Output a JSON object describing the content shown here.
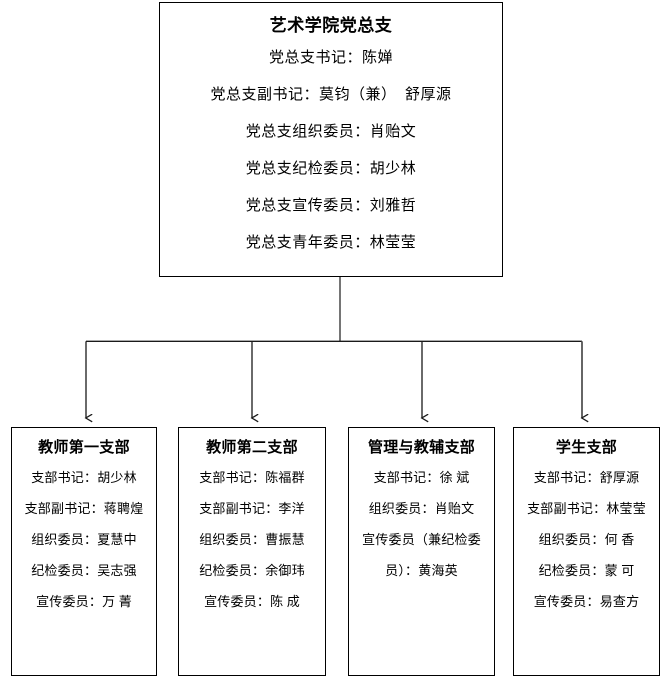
{
  "diagram": {
    "type": "organization-chart",
    "background_color": "#ffffff",
    "line_color": "#000000",
    "text_color": "#000000",
    "root": {
      "title": "艺术学院党总支",
      "lines": [
        "党总支书记：陈婵",
        "党总支副书记：莫钧（兼）  舒厚源",
        "党总支组织委员：肖贻文",
        "党总支纪检委员：胡少林",
        "党总支宣传委员：刘雅哲",
        "党总支青年委员：林莹莹"
      ]
    },
    "children": [
      {
        "title": "教师第一支部",
        "lines": [
          "支部书记：胡少林",
          "支部副书记：蒋聘煌",
          "组织委员：夏慧中",
          "纪检委员：吴志强",
          "宣传委员：万 菁"
        ]
      },
      {
        "title": "教师第二支部",
        "lines": [
          "支部书记：陈福群",
          "支部副书记：李洋",
          "组织委员：曹振慧",
          "纪检委员：余御玮",
          "宣传委员：陈 成"
        ]
      },
      {
        "title": "管理与教辅支部",
        "lines": [
          "支部书记：徐 斌",
          "组织委员：肖贻文",
          "宣传委员（兼纪检委员）：黄海英"
        ]
      },
      {
        "title": "学生支部",
        "lines": [
          "支部书记：舒厚源",
          "支部副书记：林莹莹",
          "组织委员：何 香",
          "纪检委员：蒙 可",
          "宣传委员：易查方"
        ]
      }
    ]
  }
}
